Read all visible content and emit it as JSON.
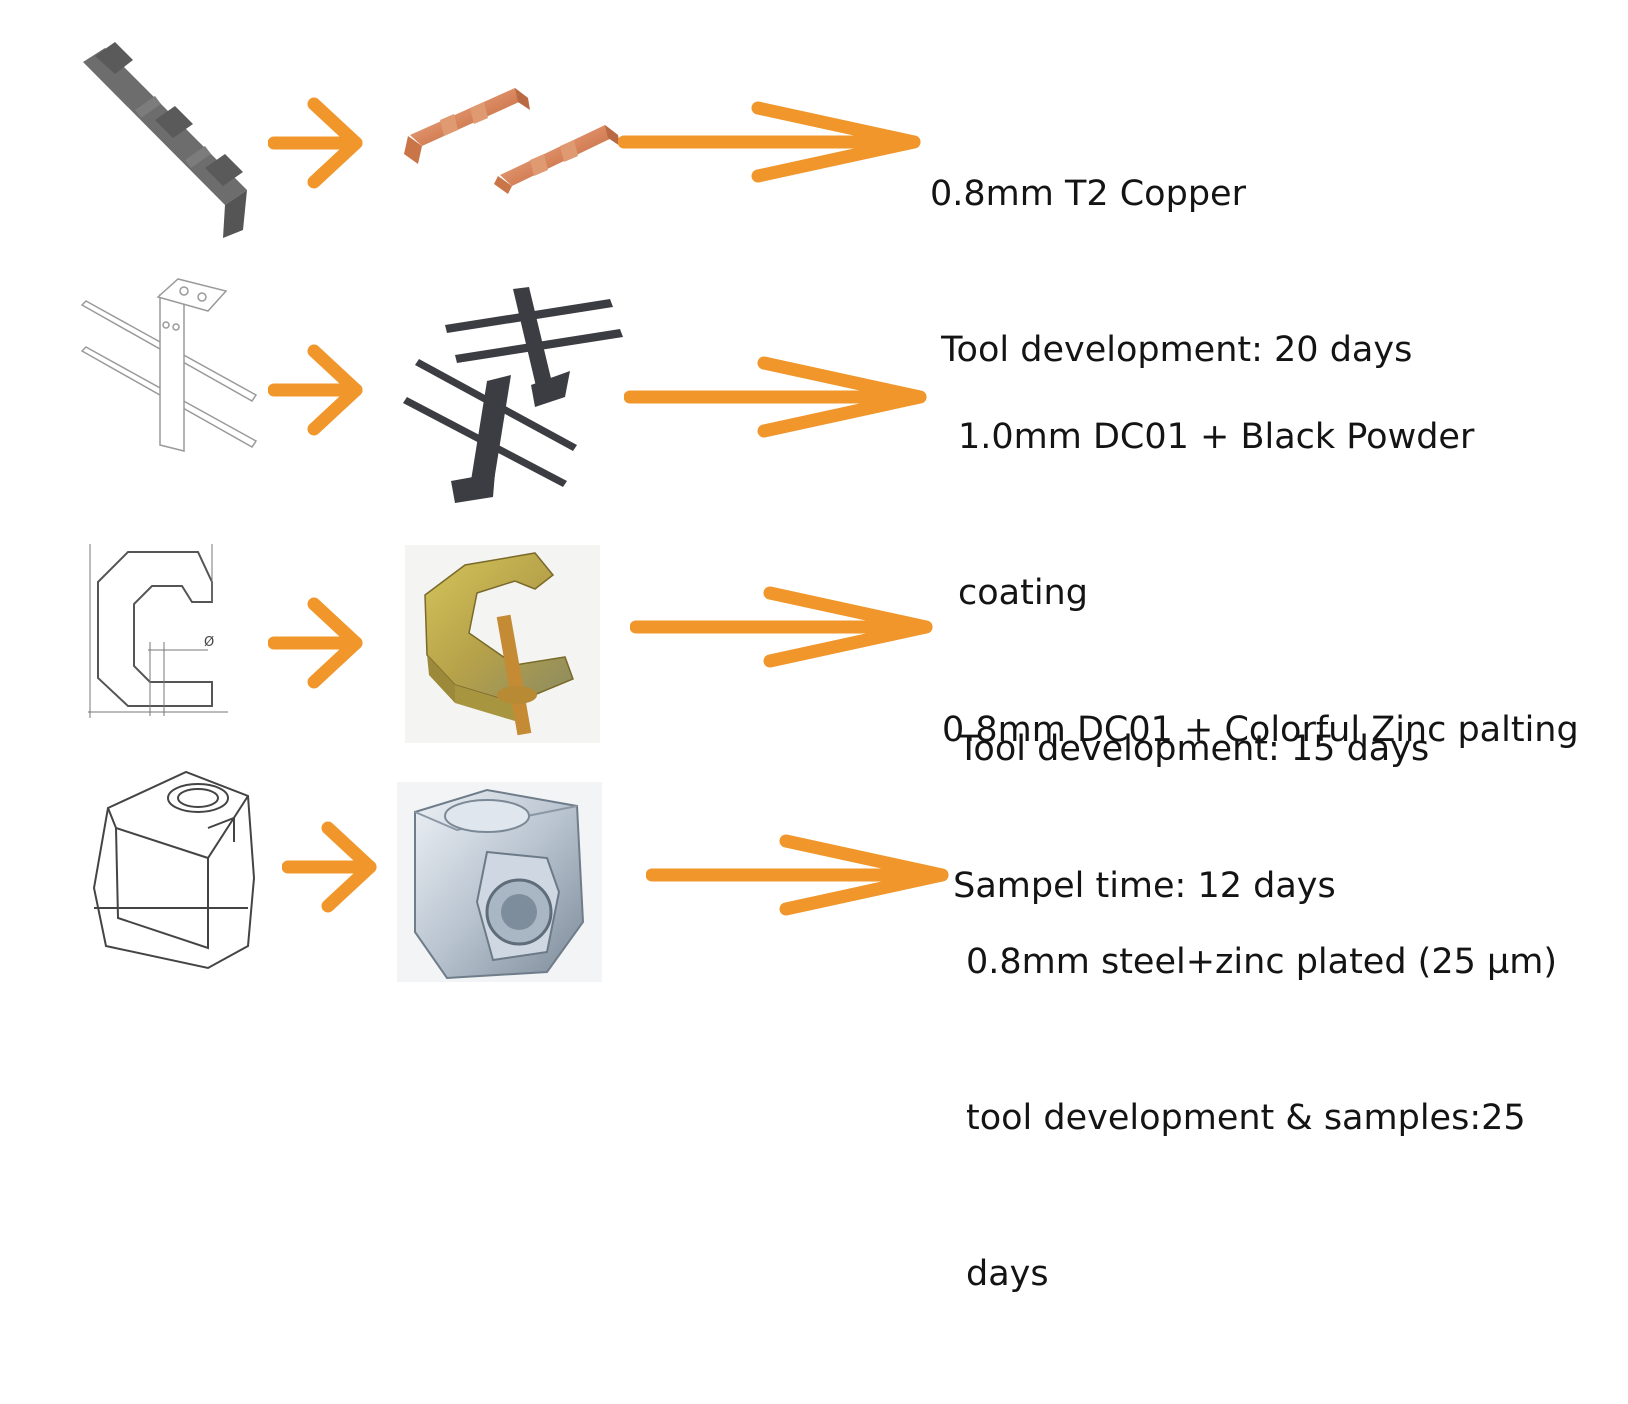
{
  "accent_color": "#f0962a",
  "rows": [
    {
      "part": "copper-terminal",
      "lines": [
        "0.8mm T2 Copper",
        " Tool development: 20 days"
      ]
    },
    {
      "part": "black-bracket",
      "lines": [
        "1.0mm DC01 + Black Powder",
        "coating",
        "Tool development: 15 days"
      ]
    },
    {
      "part": "zinc-clamp",
      "lines": [
        "0.8mm DC01 + Colorful Zinc palting",
        " Sampel time: 12 days"
      ]
    },
    {
      "part": "zinc-nut-cage",
      "lines": [
        "0.8mm steel+zinc plated (25 µm)",
        "tool development & samples:25",
        "days"
      ]
    }
  ]
}
